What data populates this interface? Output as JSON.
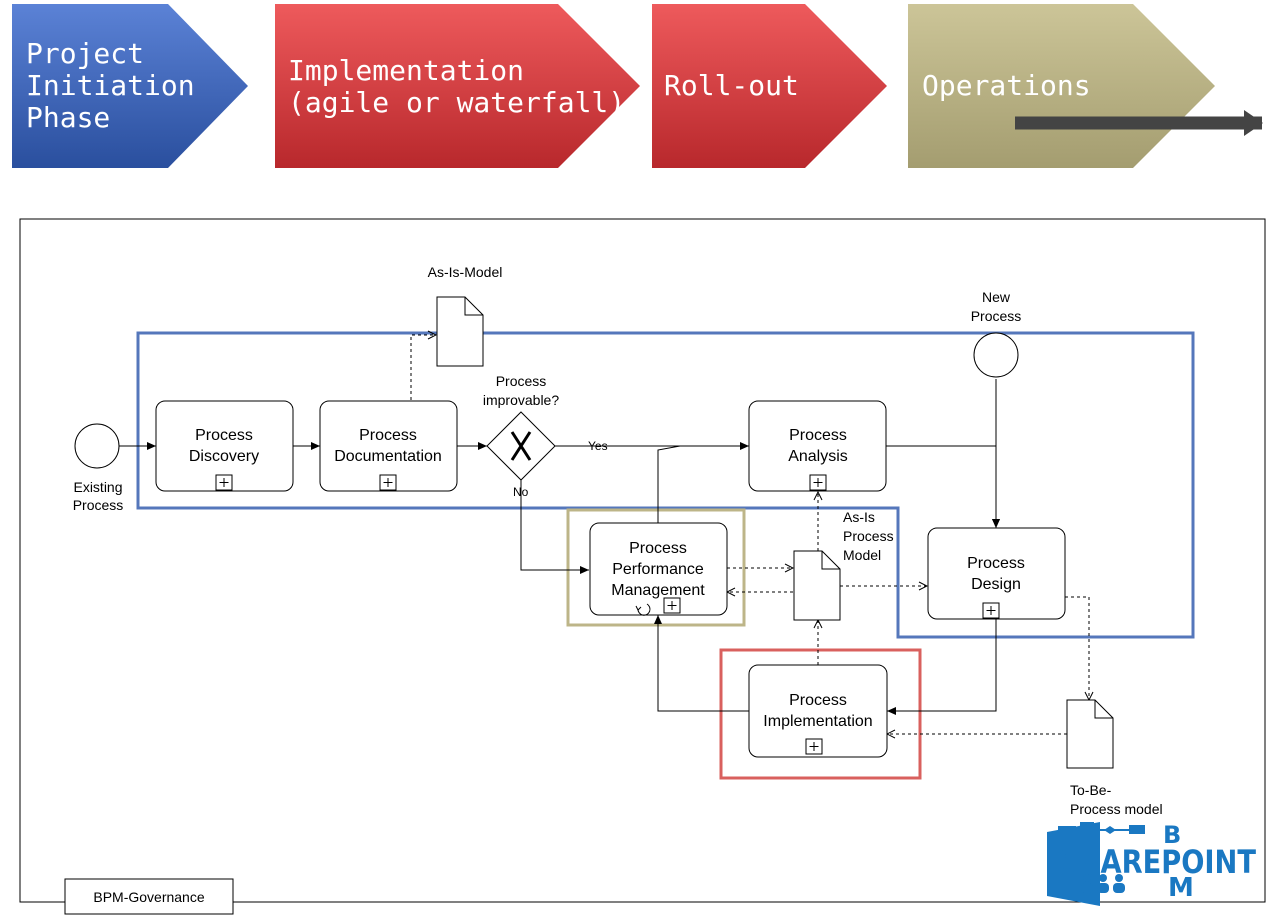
{
  "phases": [
    {
      "line1": "Project",
      "line2": "Initiation",
      "line3": "Phase",
      "color": "#3a62b8"
    },
    {
      "line1": "Implementation",
      "line2": "(agile or waterfall)",
      "color": "#d93a3e"
    },
    {
      "line1": "Roll-out",
      "color": "#d93a3e"
    },
    {
      "line1": "Operations",
      "color": "#bdb588"
    }
  ],
  "diagram": {
    "existing_process": {
      "line1": "Existing",
      "line2": "Process"
    },
    "new_process": {
      "line1": "New",
      "line2": "Process"
    },
    "as_is_model": "As-Is-Model",
    "gateway": {
      "line1": "Process",
      "line2": "improvable?",
      "yes": "Yes",
      "no": "No"
    },
    "tasks": {
      "discovery": {
        "line1": "Process",
        "line2": "Discovery"
      },
      "documentation": {
        "line1": "Process",
        "line2": "Documentation"
      },
      "analysis": {
        "line1": "Process",
        "line2": "Analysis"
      },
      "design": {
        "line1": "Process",
        "line2": "Design"
      },
      "performance": {
        "line1": "Process",
        "line2": "Performance",
        "line3": "Management"
      },
      "implementation": {
        "line1": "Process",
        "line2": "Implementation"
      }
    },
    "as_is_process_model": {
      "line1": "As-Is",
      "line2": "Process",
      "line3": "Model"
    },
    "to_be_model": {
      "line1": "To-Be-",
      "line2": "Process model"
    },
    "governance_label": "BPM-Governance"
  },
  "logo": {
    "top": "B",
    "main": "SHAREPOINT",
    "bottom": "M",
    "color": "#1a78c2"
  }
}
